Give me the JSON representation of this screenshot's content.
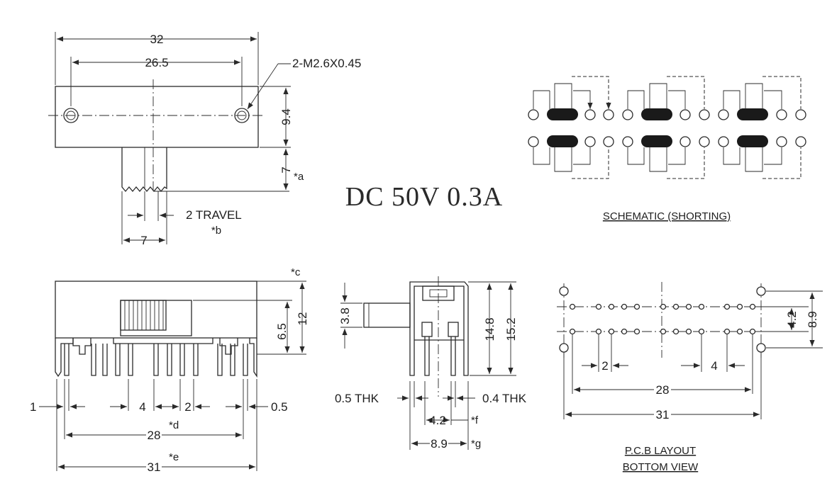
{
  "rating": "DC 50V 0.3A",
  "top_view": {
    "dims": {
      "overall_width": "32",
      "hole_pitch": "26.5",
      "hole_callout": "2-M2.6X0.45",
      "body_height": "9.4",
      "knob_length": "7",
      "knob_length_note": "*a",
      "travel": "2 TRAVEL",
      "travel_note": "*b",
      "knob_width": "7"
    }
  },
  "front_view": {
    "dims": {
      "total_height": "12",
      "total_height_note": "*c",
      "body_to_pcb": "6.5",
      "pin_width": "1",
      "pin_pitch": "4",
      "pin_small_pitch": "2",
      "pin_thickness": "0.5",
      "pin_span": "28",
      "pin_span_note": "*d",
      "body_width": "31",
      "body_width_note": "*e"
    }
  },
  "side_view": {
    "dims": {
      "knob_height": "3.8",
      "height_inner": "14.8",
      "height_outer": "15.2",
      "pin_thk_left": "0.5 THK",
      "pin_thk_right": "0.4 THK",
      "row_pitch": "4.2",
      "row_pitch_note": "*f",
      "frame_width": "8.9",
      "frame_width_note": "*g"
    }
  },
  "schematic": {
    "caption": "SCHEMATIC (SHORTING)"
  },
  "pcb_layout": {
    "dims": {
      "row_pitch": "4.2",
      "mount_pitch": "8.9",
      "pin_pitch_small": "2",
      "pin_pitch_large": "4",
      "pin_span": "28",
      "mount_span": "31"
    },
    "caption_line1": "P.C.B LAYOUT",
    "caption_line2": "BOTTOM VIEW"
  }
}
